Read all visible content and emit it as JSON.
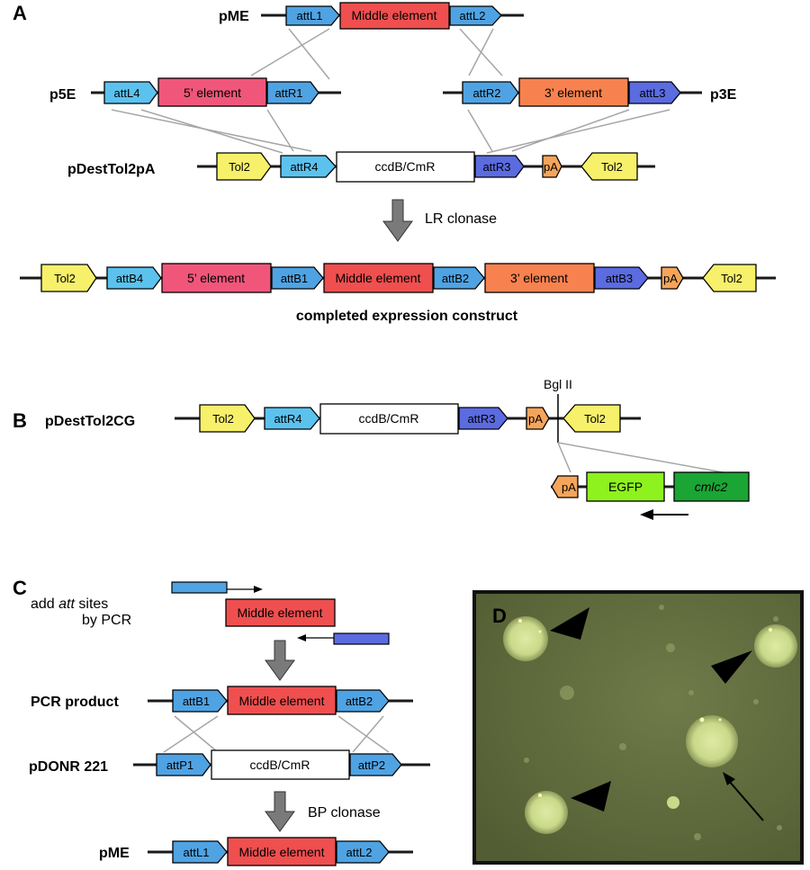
{
  "panels": {
    "a": "A",
    "b": "B",
    "c": "C",
    "d": "D"
  },
  "colors": {
    "attL": "#4fa3e3",
    "attL_light": "#5bc2ee",
    "attR": "#4fa3e3",
    "attR_light": "#5bc2ee",
    "attR_dark": "#5b6be0",
    "middle": "#ef4f4f",
    "five_prime": "#f0567a",
    "three_prime": "#f7824f",
    "tol2": "#f7f06a",
    "pA": "#f5a55a",
    "white": "#ffffff",
    "egfp": "#8ef21e",
    "cmlc2": "#1aa534",
    "photo_bg": "#5e6a3c",
    "gray_line": "#a6a6a6"
  },
  "panel_a": {
    "pME": {
      "label": "pME",
      "attL1": "attL1",
      "middle": "Middle element",
      "attL2": "attL2"
    },
    "p5E": {
      "label": "p5E",
      "attL4": "attL4",
      "element": "5’ element",
      "attR1": "attR1"
    },
    "p3E": {
      "label": "p3E",
      "attR2": "attR2",
      "element": "3’ element",
      "attL3": "attL3"
    },
    "dest": {
      "label": "pDestTol2pA",
      "tol2_left": "Tol2",
      "attR4": "attR4",
      "ccdb": "ccdB/CmR",
      "attR3": "attR3",
      "pA": "pA",
      "tol2_right": "Tol2"
    },
    "arrow_label": "LR clonase",
    "construct": {
      "tol2_left": "Tol2",
      "attB4": "attB4",
      "five": "5’ element",
      "attB1": "attB1",
      "middle": "Middle element",
      "attB2": "attB2",
      "three": "3’ element",
      "attB3": "attB3",
      "pA": "pA",
      "tol2_right": "Tol2"
    },
    "caption": "completed expression construct"
  },
  "panel_b": {
    "label": "pDestTol2CG",
    "tol2_left": "Tol2",
    "attR4": "attR4",
    "ccdb": "ccdB/CmR",
    "attR3": "attR3",
    "pA": "pA",
    "tol2_right": "Tol2",
    "site": "Bgl II",
    "insert": {
      "pA": "pA",
      "egfp": "EGFP",
      "cmlc2": "cmlc2"
    }
  },
  "panel_c": {
    "add_label_1": "add ",
    "add_label_att": "att",
    "add_label_2": " sites",
    "add_label_3": "by PCR",
    "middle": "Middle element",
    "pcr": {
      "label": "PCR product",
      "attB1": "attB1",
      "middle": "Middle element",
      "attB2": "attB2"
    },
    "donr": {
      "label": "pDONR 221",
      "attP1": "attP1",
      "ccdb": "ccdB/CmR",
      "attP2": "attP2"
    },
    "arrow_label": "BP clonase",
    "pme": {
      "label": "pME",
      "attL1": "attL1",
      "middle": "Middle element",
      "attL2": "attL2"
    }
  }
}
